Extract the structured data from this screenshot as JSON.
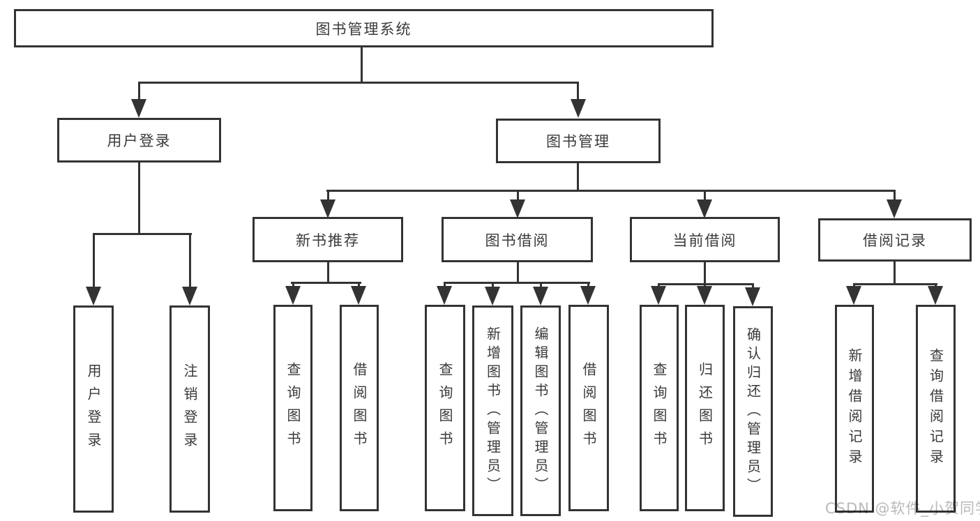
{
  "diagram": {
    "type": "hierarchy-tree",
    "watermark": "CSDN @软件_小贺同学",
    "colors": {
      "line": "#333333",
      "box_border": "#333333",
      "box_background": "#ffffff",
      "text": "#3a3a3a",
      "watermark": "#b9b9b9",
      "page_background": "#ffffff"
    },
    "nodes": {
      "root": "图书管理系统",
      "user_login": "用户登录",
      "book_management": "图书管理",
      "new_book_recommend": "新书推荐",
      "book_borrow": "图书借阅",
      "current_borrow": "当前借阅",
      "borrow_records": "借阅记录",
      "leaf_user_login": "用户登录",
      "leaf_logout": "注销登录",
      "leaf_query_books_rec": "查询图书",
      "leaf_borrow_books_rec": "借阅图书",
      "leaf_query_books_bb": "查询图书",
      "leaf_add_books_admin": "新增图书（管理员）",
      "leaf_edit_books_admin": "编辑图书（管理员）",
      "leaf_borrow_books_bb": "借阅图书",
      "leaf_query_books_cb": "查询图书",
      "leaf_return_books": "归还图书",
      "leaf_confirm_return_admin": "确认归还（管理员）",
      "leaf_add_borrow_record": "新增借阅记录",
      "leaf_query_borrow_record": "查询借阅记录"
    },
    "hierarchy": {
      "图书管理系统": {
        "用户登录": [
          "用户登录",
          "注销登录"
        ],
        "图书管理": {
          "新书推荐": [
            "查询图书",
            "借阅图书"
          ],
          "图书借阅": [
            "查询图书",
            "新增图书（管理员）",
            "编辑图书（管理员）",
            "借阅图书"
          ],
          "当前借阅": [
            "查询图书",
            "归还图书",
            "确认归还（管理员）"
          ],
          "借阅记录": [
            "新增借阅记录",
            "查询借阅记录"
          ]
        }
      }
    }
  }
}
